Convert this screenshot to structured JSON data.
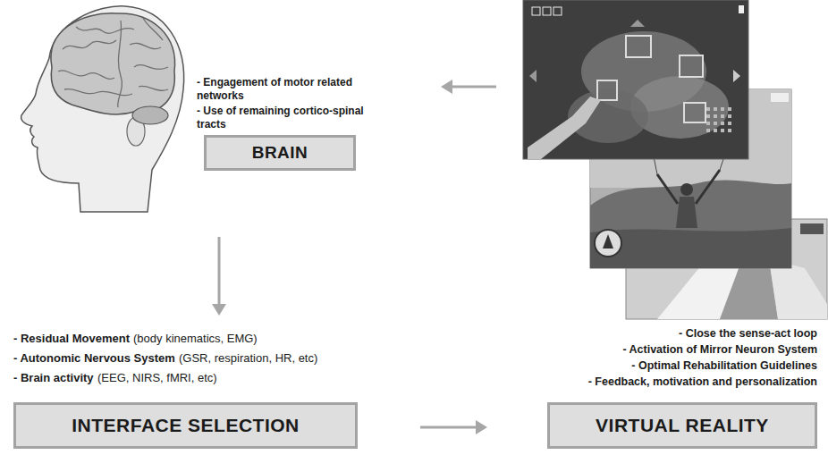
{
  "diagram": {
    "nodes": [
      {
        "text": [
          "- Engagement of motor related networks",
          "- Use of remaining cortico-spinal tracts",
          "BRAIN"
        ]
      },
      {
        "text": [
          "- Residual Movement",
          "(body kinematics, EMG)",
          "- Autonomic Nervous System",
          "(GSR, respiration, HR, etc)",
          "- Brain activity",
          "(EEG, NIRS, fMRI, etc)",
          "INTERFACE SELECTION"
        ]
      },
      {
        "text": [
          "- Close the sense-act loop",
          "- Activation of Mirror Neuron System",
          "- Optimal Rehabilitation Guidelines",
          "- Feedback, motivation and personalization",
          "VIRTUAL REALITY"
        ]
      }
    ],
    "edges": [
      {
        "from": 2,
        "to": 0,
        "arrow": "to"
      },
      {
        "from": 0,
        "to": 1,
        "arrow": "to"
      },
      {
        "from": 1,
        "to": 2,
        "arrow": "to"
      }
    ]
  }
}
